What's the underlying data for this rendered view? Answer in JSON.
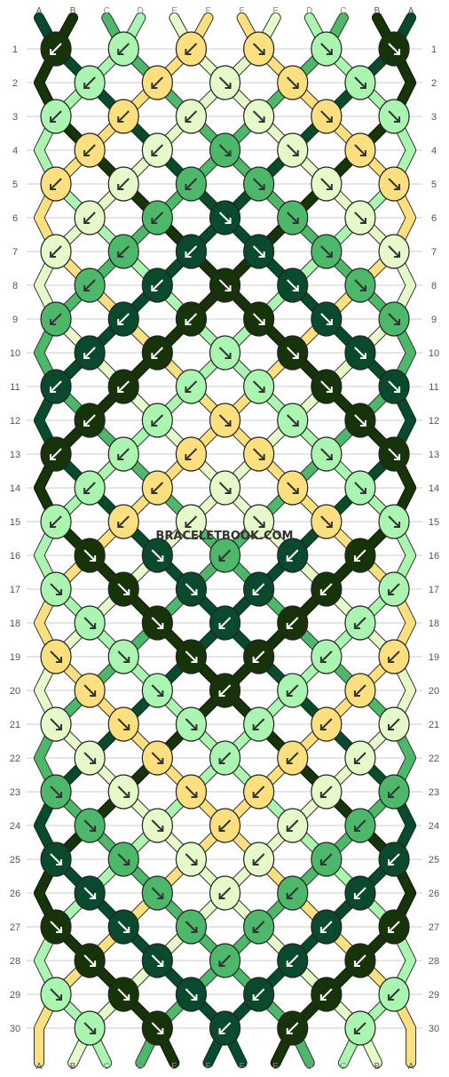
{
  "watermark": "BRACELETBOOK.COM",
  "strand_letters": [
    "A",
    "B",
    "C",
    "D",
    "E",
    "F",
    "F",
    "E",
    "D",
    "C",
    "B",
    "A"
  ],
  "row_numbers": [
    "1",
    "2",
    "3",
    "4",
    "5",
    "6",
    "7",
    "8",
    "9",
    "10",
    "11",
    "12",
    "13",
    "14",
    "15",
    "16",
    "17",
    "18",
    "19",
    "20",
    "21",
    "22",
    "23",
    "24",
    "25",
    "26",
    "27",
    "28",
    "29",
    "30"
  ],
  "colors": {
    "A": "#0a4a2c",
    "B": "#173309",
    "C": "#4db86a",
    "D": "#aaf5b0",
    "E": "#e6f9c8",
    "F": "#fce07f",
    "grid": "#cccccc",
    "label": "#555555"
  },
  "knot_arrow_icon": "arrow-icon",
  "pattern": {
    "strands": 12,
    "rows": 30
  }
}
